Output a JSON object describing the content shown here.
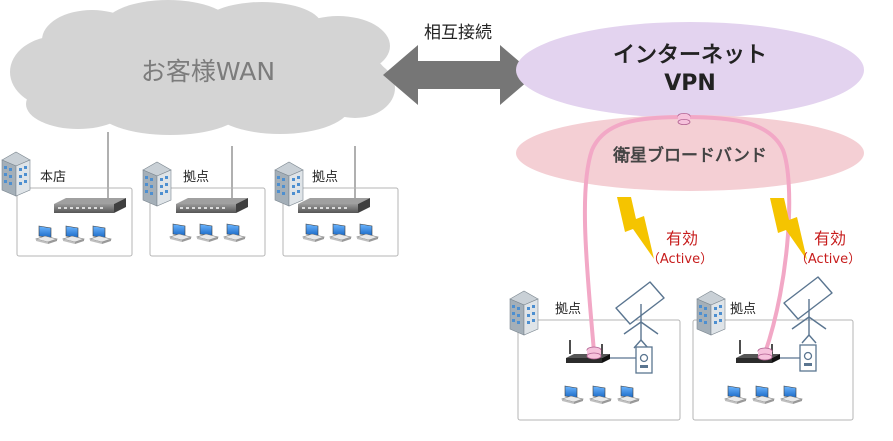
{
  "labels": {
    "customer_wan": "お客様WAN",
    "interconnect": "相互接続",
    "internet_vpn_line1": "インターネット",
    "internet_vpn_line2": "VPN",
    "satellite_broadband": "衛星ブロードバンド",
    "head_office": "本店",
    "branch": "拠点",
    "active_main": "有効",
    "active_sub": "（Active）"
  },
  "colors": {
    "cloud": "#d4d4d4",
    "cloud_text": "#7c7c7c",
    "arrow": "#767676",
    "vpn_ellipse": "#e3d3ef",
    "satellite_ellipse": "#f4cfd4",
    "tunnel": "#f2a8c6",
    "lightning": "#f5c400",
    "active_text": "#c71c1c",
    "box_border": "#b5b5b5",
    "line": "#b0b0b0"
  }
}
